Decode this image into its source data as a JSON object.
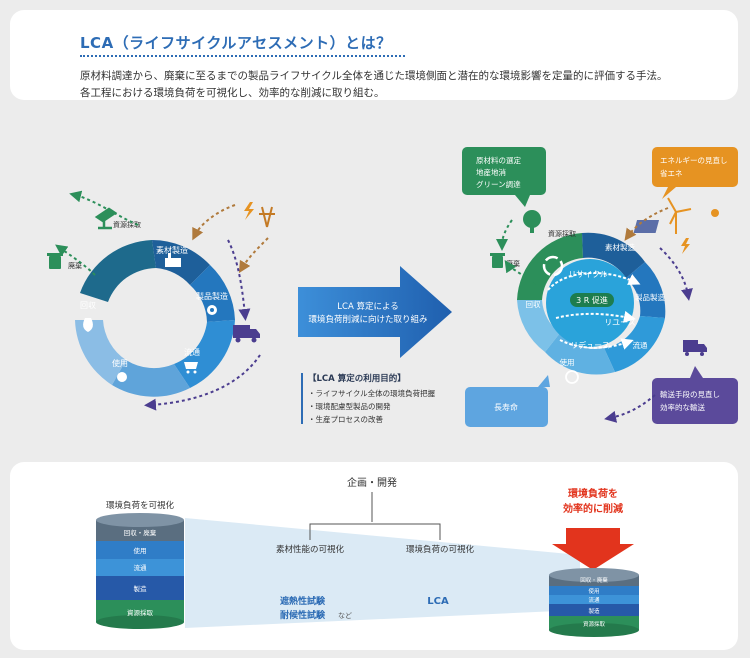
{
  "header": {
    "title": "LCA（ライフサイクルアセスメント）とは？",
    "desc_line1": "原材料調達から、廃棄に至るまでの製品ライフサイクル全体を通じた環境側面と潜在的な環境影響を定量的に評価する手法。",
    "desc_line2": "各工程における環境負荷を可視化し、効率的な削減に取り組む。"
  },
  "left_cycle": {
    "stages": [
      "資源採取",
      "素材製造",
      "製品製造",
      "流通",
      "使用",
      "回収",
      "廃棄"
    ]
  },
  "center": {
    "arrow_line1": "LCA 算定による",
    "arrow_line2": "環境負荷削減に向けた取り組み",
    "purpose_title": "【LCA 算定の利用目的】",
    "purposes": [
      "・ライフサイクル全体の環境負荷把握",
      "・環境配慮型製品の開発",
      "・生産プロセスの改善"
    ]
  },
  "right_cycle": {
    "stages": [
      "資源採取",
      "素材製造",
      "製品製造",
      "流通",
      "使用",
      "回収",
      "廃棄"
    ],
    "inner": {
      "recycle": "リサイクル",
      "center": "3 R 促進",
      "reuse": "リユース",
      "reduce": "リデュース"
    },
    "callouts": {
      "materials_line1": "原材料の選定",
      "materials_line2": "地産地消",
      "materials_line3": "グリーン調達",
      "energy_line1": "エネルギーの見直し",
      "energy_line2": "省エネ",
      "transport_line1": "輸送手段の見直し",
      "transport_line2": "効率的な輸送",
      "longlife": "長寿命"
    }
  },
  "bottom": {
    "planning": "企画・開発",
    "left_title": "環境負荷を可視化",
    "material_visual": "素材性能の可視化",
    "env_visual": "環境負荷の可視化",
    "test1": "遮熱性試験",
    "test2": "耐候性試験",
    "etc": "など",
    "lca": "LCA",
    "reduce_line1": "環境負荷を",
    "reduce_line2": "効率的に削減",
    "left_layers": [
      "回収・廃棄",
      "使用",
      "流通",
      "製造",
      "資源採取"
    ],
    "right_layers": [
      "回収・廃棄",
      "使用",
      "流通",
      "製造",
      "資源採取"
    ]
  },
  "colors": {
    "title_blue": "#2d6cb5",
    "dark_blue": "#1f4f91",
    "green": "#2c8f5a",
    "purple": "#5b4a9b",
    "orange": "#e69322",
    "light_blue": "#5ea5e0",
    "red": "#e2341d"
  }
}
